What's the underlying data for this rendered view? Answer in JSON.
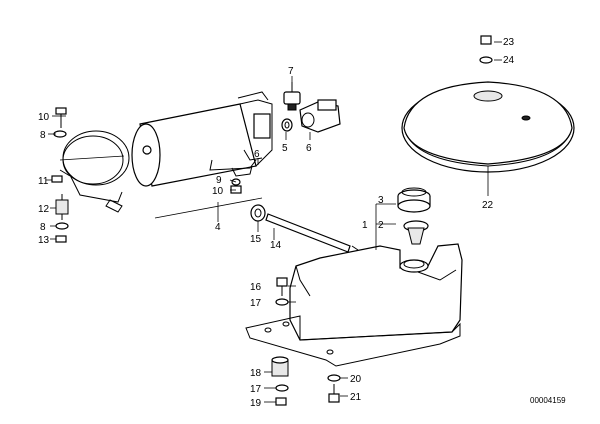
{
  "callouts": {
    "c1": "1",
    "c2": "2",
    "c3": "3",
    "c4": "4",
    "c5": "5",
    "c6": "6",
    "c7": "7",
    "c8a": "8",
    "c8b": "8",
    "c9": "9",
    "c10a": "10",
    "c10b": "10",
    "c11": "11",
    "c12": "12",
    "c13": "13",
    "c14": "14",
    "c15": "15",
    "c16": "16",
    "c17a": "17",
    "c17b": "17",
    "c18": "18",
    "c19": "19",
    "c20": "20",
    "c21": "21",
    "c22": "22",
    "c23": "23",
    "c24": "24"
  },
  "document_id": "00004159"
}
